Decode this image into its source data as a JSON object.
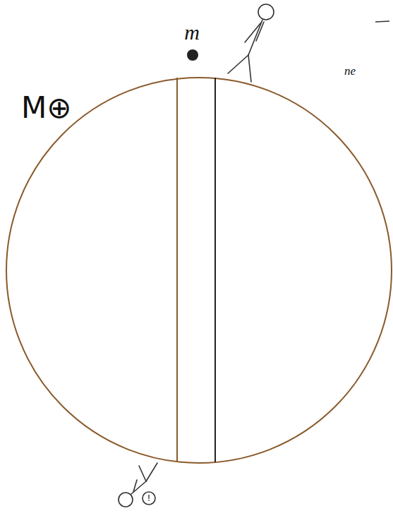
{
  "diagram": {
    "labels": [
      "M⊕",
      "m",
      "ne",
      "!"
    ]
  }
}
